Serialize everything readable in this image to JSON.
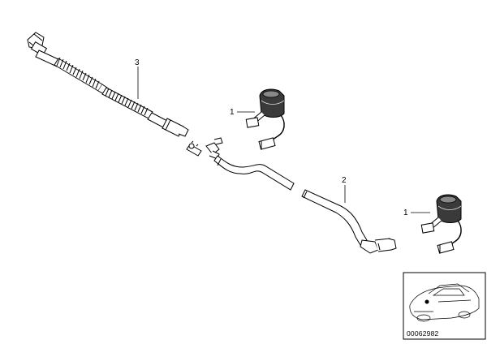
{
  "diagram": {
    "callouts": [
      {
        "id": "part-1-upper",
        "text": "1"
      },
      {
        "id": "part-1-lower",
        "text": "1"
      },
      {
        "id": "part-2",
        "text": "2"
      },
      {
        "id": "part-3",
        "text": "3"
      }
    ],
    "thumbnail": {
      "code": "00062982"
    }
  }
}
